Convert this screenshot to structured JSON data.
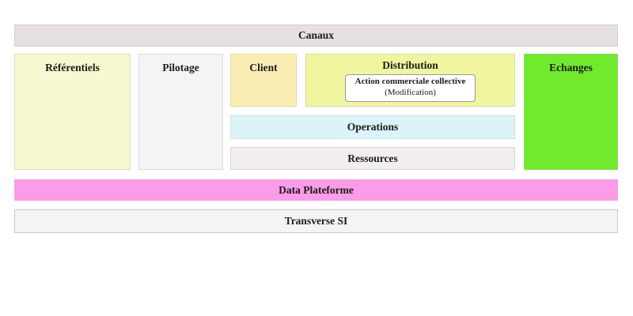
{
  "diagram": {
    "canaux": {
      "label": "Canaux"
    },
    "referentiels": {
      "label": "Référentiels"
    },
    "pilotage": {
      "label": "Pilotage"
    },
    "client": {
      "label": "Client"
    },
    "distribution": {
      "label": "Distribution",
      "callout": {
        "title": "Action commerciale collective",
        "subtitle": "(Modification)"
      }
    },
    "operations": {
      "label": "Operations"
    },
    "ressources": {
      "label": "Ressources"
    },
    "echanges": {
      "label": "Echanges"
    },
    "data_plateforme": {
      "label": "Data Plateforme"
    },
    "transverse_si": {
      "label": "Transverse SI"
    }
  },
  "colors": {
    "canaux_bg": "#e7e0e0",
    "referentiels_bg": "#f6f8d0",
    "pilotage_bg": "#f5f4f4",
    "client_bg": "#fbeeb4",
    "distribution_bg": "#f1f5a0",
    "operations_bg": "#dbf4f8",
    "ressources_bg": "#f3eeee",
    "echanges_bg": "#71e92c",
    "data_plateforme_bg": "#fb9ce8",
    "transverse_bg": "#f4f4f4"
  },
  "styles": {
    "canaux": "background-color:#e7e0e0;border-color:#d6cdcd",
    "referentiels": "background-color:#f6f8d0;border-color:#dfe0c2",
    "pilotage": "background-color:#f5f4f4;border-color:#dcdcdc",
    "client": "background-color:#fbeeb4;border-color:#e3d8a8",
    "distribution": "background-color:#f1f5a0;border-color:#dade96",
    "operations": "background-color:#dbf4f8;border-color:#c8e2e8",
    "ressources": "background-color:#f3eeee;border-color:#dcd6d6",
    "echanges": "background-color:#71e92c;border-color:#8fdc66",
    "data_plateforme": "background-color:#fb9ce8;border-color:#f0a2df",
    "transverse": "background-color:#f4f4f4;border-color:#cccccc"
  }
}
